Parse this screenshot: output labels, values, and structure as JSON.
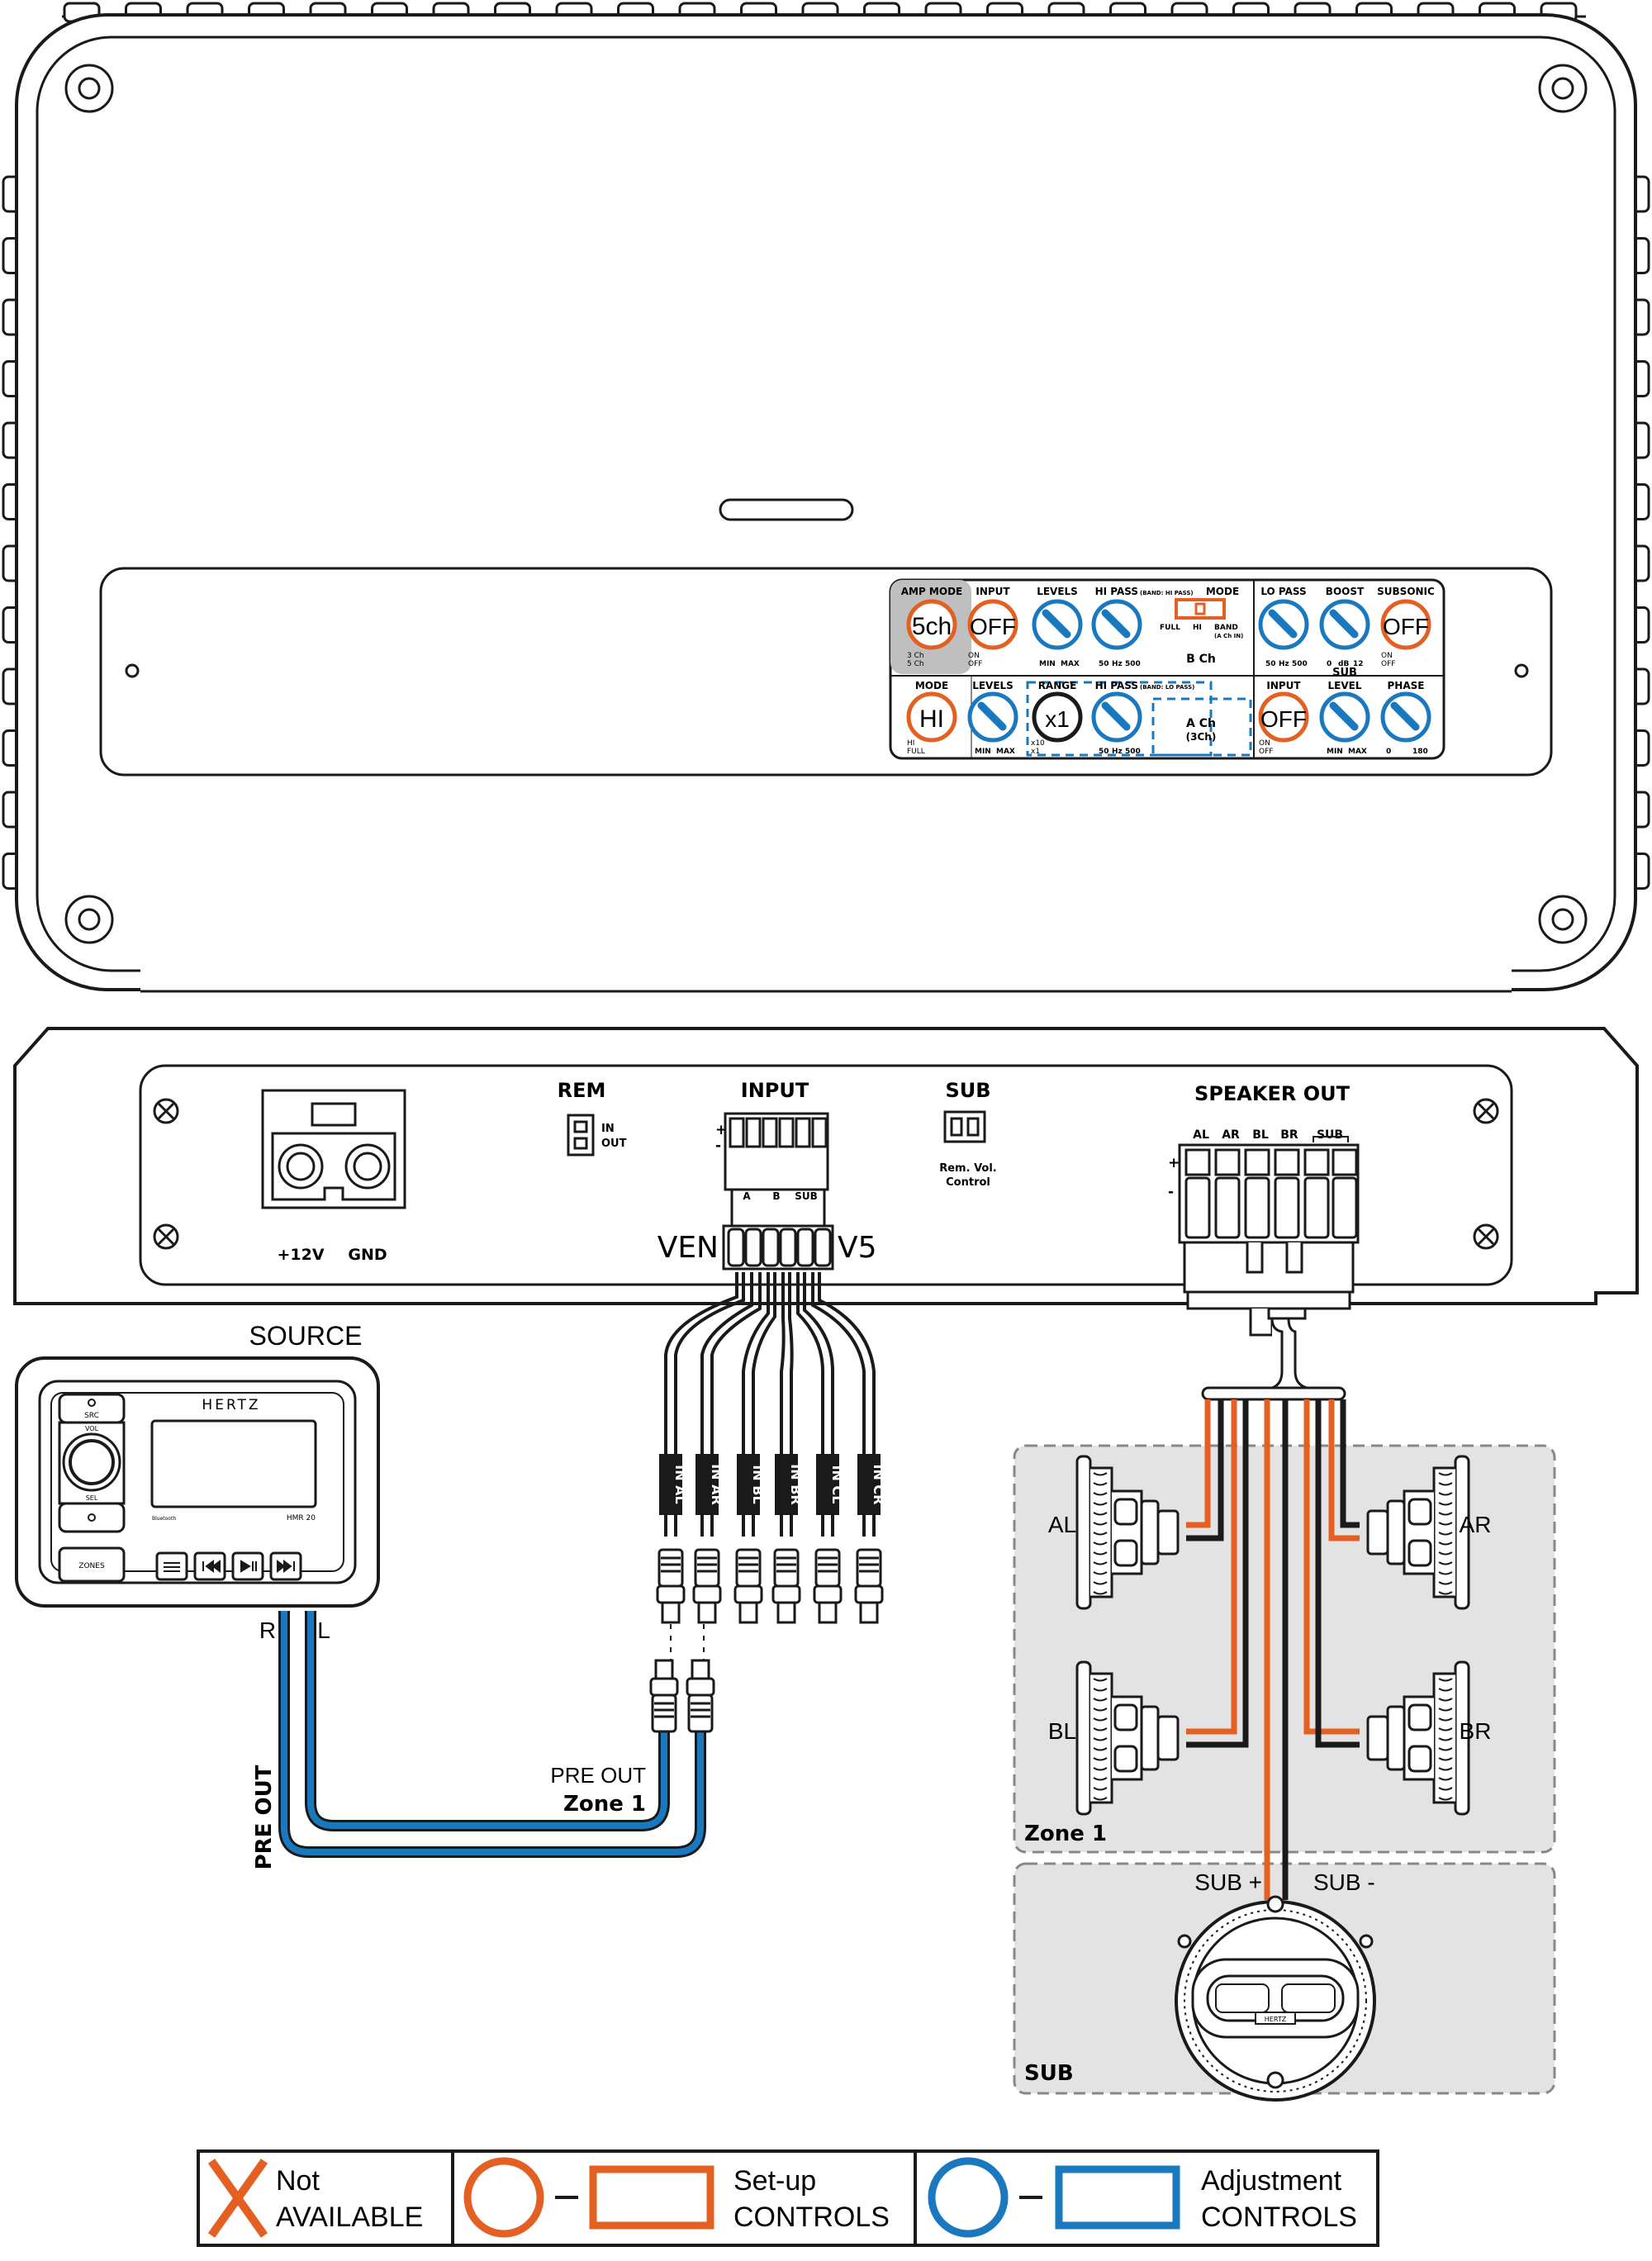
{
  "amp_top": {
    "panel": {
      "amp_mode": {
        "label": "AMP MODE",
        "value": "5ch",
        "opts": [
          "3 Ch",
          "5 Ch"
        ]
      },
      "input": {
        "label": "INPUT",
        "value": "OFF",
        "opts": [
          "ON",
          "OFF"
        ]
      },
      "levels": {
        "label": "LEVELS",
        "min": "MIN",
        "max": "MAX"
      },
      "hi_pass": {
        "label": "HI PASS",
        "note": "(BAND: HI PASS)",
        "scale": [
          "50",
          "Hz",
          "500"
        ]
      },
      "mode_switch": {
        "label": "MODE",
        "opts": [
          "FULL",
          "HI",
          "BAND"
        ],
        "note": "(A Ch IN)"
      },
      "b_ch": "B Ch",
      "mode2": {
        "label": "MODE",
        "value": "HI",
        "opts": [
          "HI",
          "FULL"
        ]
      },
      "levels2": {
        "label": "LEVELS",
        "min": "MIN",
        "max": "MAX"
      },
      "range": {
        "label": "RANGE",
        "value": "x1",
        "opts": [
          "x10",
          "x1"
        ]
      },
      "hi_pass2": {
        "label": "HI PASS",
        "note": "(BAND: LO PASS)",
        "scale": [
          "50",
          "Hz",
          "500"
        ]
      },
      "a_ch": [
        "A Ch",
        "(3Ch)"
      ],
      "lo_pass": {
        "label": "LO PASS",
        "scale": [
          "50",
          "Hz",
          "500"
        ]
      },
      "boost": {
        "label": "BOOST",
        "scale": [
          "0",
          "dB",
          "12"
        ]
      },
      "subsonic": {
        "label": "SUBSONIC",
        "value": "OFF",
        "opts": [
          "ON",
          "OFF"
        ]
      },
      "sub": "SUB",
      "sub_input": {
        "label": "INPUT",
        "value": "OFF",
        "opts": [
          "ON",
          "OFF"
        ]
      },
      "level": {
        "label": "LEVEL",
        "min": "MIN",
        "max": "MAX"
      },
      "phase": {
        "label": "PHASE",
        "min": "0",
        "max": "180"
      }
    }
  },
  "amp_side": {
    "power": {
      "plus": "+12V",
      "gnd": "GND"
    },
    "rem": {
      "title": "REM",
      "in": "IN",
      "out": "OUT"
    },
    "input": {
      "title": "INPUT",
      "plus": "+",
      "minus": "-",
      "chans": [
        "A",
        "B",
        "SUB"
      ]
    },
    "sub": {
      "title": "SUB",
      "caption": [
        "Rem. Vol.",
        "Control"
      ]
    },
    "speaker_out": {
      "title": "SPEAKER OUT",
      "chans": [
        "AL",
        "AR",
        "BL",
        "BR",
        "SUB"
      ],
      "plus": "+",
      "minus": "-"
    },
    "model_left": "VEN",
    "model_right": "V5"
  },
  "source": {
    "title": "SOURCE",
    "brand": "HERTZ",
    "model": "HMR 20",
    "bt": "Bluetooth",
    "buttons": {
      "src": "SRC",
      "vol": "VOL",
      "sel": "SEL",
      "zones": "ZONES"
    },
    "rl": [
      "R",
      "L"
    ],
    "pre_out": "PRE OUT"
  },
  "input_harness": {
    "labels": [
      "IN AL",
      "IN AR",
      "IN BL",
      "IN BR",
      "IN CL",
      "IN CR"
    ]
  },
  "pre_out_zone": {
    "line1": "PRE OUT",
    "line2": "Zone 1"
  },
  "zone1": {
    "title": "Zone 1",
    "speakers": [
      "AL",
      "AR",
      "BL",
      "BR"
    ]
  },
  "sub_zone": {
    "title": "SUB",
    "plus": "SUB +",
    "minus": "SUB -",
    "brand": "HERTZ"
  },
  "legend": {
    "not_available": [
      "Not",
      "AVAILABLE"
    ],
    "setup": [
      "Set-up",
      "CONTROLS"
    ],
    "adjust": [
      "Adjustment",
      "CONTROLS"
    ]
  },
  "colors": {
    "orange": "#e35f22",
    "blue": "#1a78bf",
    "dark": "#1a1a1a",
    "zone_bg": "#e3e3e3",
    "panel_grey": "#bfbfbf"
  }
}
